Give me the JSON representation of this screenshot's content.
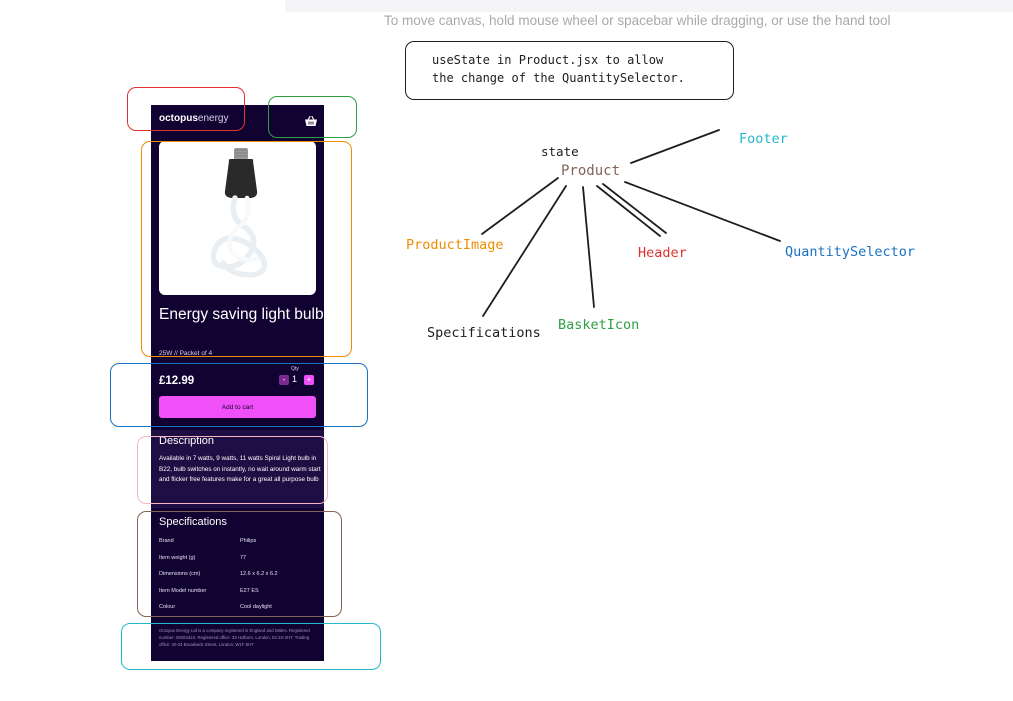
{
  "canvas_hint": "To move canvas, hold mouse wheel or spacebar while dragging, or use the hand tool",
  "note": {
    "line1": "useState in Product.jsx to allow",
    "line2": "the change of the QuantitySelector."
  },
  "diagram": {
    "state_label": "state",
    "root": "Product",
    "children": {
      "footer": "Footer",
      "product_image": "ProductImage",
      "header": "Header",
      "quantity_selector": "QuantitySelector",
      "specifications": "Specifications",
      "basket_icon": "BasketIcon"
    }
  },
  "colors": {
    "header": "#e03131",
    "basket_icon": "#2f9e44",
    "product_image": "#f08c00",
    "quantity_selector": "#1971c2",
    "description": "#f4b6c2",
    "specifications": "#846358",
    "footer": "#22b8cf",
    "root": "#846358",
    "phone_bg": "#100331",
    "accent": "#f050f8"
  },
  "app": {
    "logo_bold": "octopus",
    "logo_light": "energy",
    "basket_icon": "basket-icon",
    "product_title": "Energy saving light bulb",
    "product_subtitle": "25W // Packet of 4",
    "price": "£12.99",
    "qty_label": "Qty",
    "qty_minus": "-",
    "qty_value": "1",
    "qty_plus": "+",
    "add_to_cart": "Add to cart",
    "description_heading": "Description",
    "description_text": "Available in 7 watts, 9 watts, 11 watts Spiral Light bulb in B22, bulb switches on instantly, no wait around warm start and flicker free features make for a great all purpose bulb",
    "specifications_heading": "Specifications",
    "specs": [
      {
        "key": "Brand",
        "value": "Philips"
      },
      {
        "key": "Item weight (g)",
        "value": "77"
      },
      {
        "key": "Dimensions (cm)",
        "value": "12.6 x 6.2 x 6.2"
      },
      {
        "key": "Item Model number",
        "value": "E27 ES"
      },
      {
        "key": "Colour",
        "value": "Cool daylight"
      }
    ],
    "footer_text": "Octopus Energy Ltd is a company registered in England and Wales. Registered number: 09263424. Registered office: 33 Holborn, London, EC1N 2HT. Trading office: 20-24 Broadwick Street, London, W1F 8HT"
  }
}
